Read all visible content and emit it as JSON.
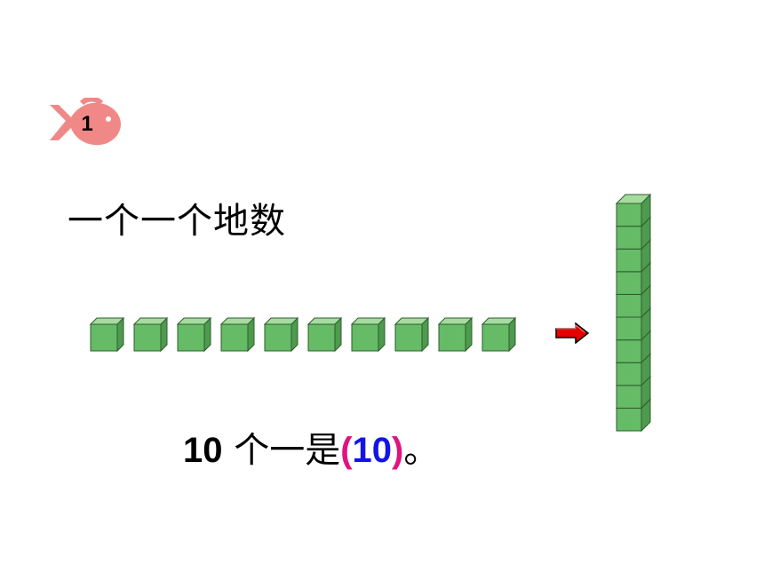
{
  "badge": {
    "number": "1",
    "icon": "fish-icon",
    "color": "#f08080"
  },
  "heading": "一个一个地数",
  "cubes": {
    "single_count": 10,
    "tower_count": 10,
    "color": "#66bb66"
  },
  "arrow": {
    "icon": "right-arrow-icon",
    "color": "#e60000"
  },
  "sentence": {
    "number": "10",
    "text": " 个一是",
    "open_paren": "(",
    "answer": "10",
    "close_paren": ")",
    "end": "。"
  }
}
